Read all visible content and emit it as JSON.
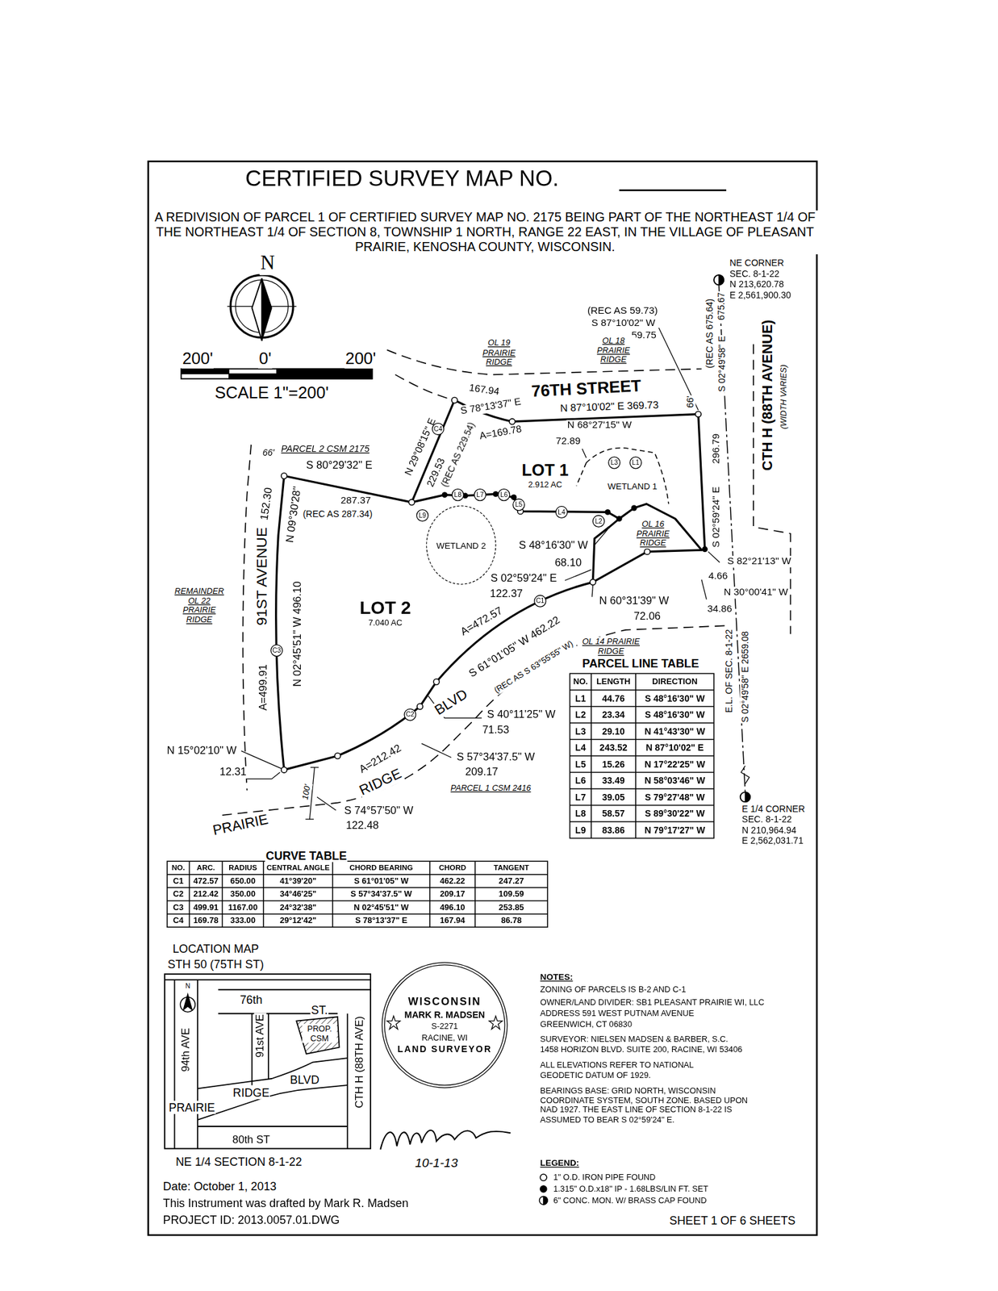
{
  "diagram": {
    "title": "CERTIFIED SURVEY MAP NO.",
    "nodes": [
      {
        "text": [
          "LOT 1",
          "2.912 AC"
        ]
      },
      {
        "text": [
          "WETLAND 1"
        ]
      },
      {
        "text": [
          "WETLAND 2"
        ]
      },
      {
        "text": [
          "LOT 2",
          "7.040 AC"
        ]
      },
      {
        "text": [
          "WISCONSIN",
          "MARK R. MADSEN",
          "S-2271",
          "RACINE, WI",
          "LAND SURVEYOR"
        ]
      }
    ],
    "labels": [
      "A REDIVISION OF PARCEL 1 OF CERTIFIED SURVEY MAP NO. 2175 BEING PART OF THE NORTHEAST 1/4 OF THE NORTHEAST 1/4 OF SECTION 8, TOWNSHIP 1 NORTH, RANGE 22 EAST, IN THE VILLAGE OF PLEASANT PRAIRIE, KENOSHA COUNTY, WISCONSIN.",
      "N",
      "200'",
      "0'",
      "200'",
      "SCALE 1\"=200'",
      "NE CORNER",
      "SEC. 8-1-22",
      "N 213,620.78",
      "E 2,561,900.30",
      "(REC AS 59.73)",
      "S 87°10'02\" W",
      "59.75",
      "(REC AS 675.64)",
      "675.67",
      "S 02°49'58\" E",
      "CTH H (88TH AVENUE)",
      "(WIDTH VARIES)",
      "OL 19 PRAIRIE RIDGE",
      "OL 18 PRAIRIE RIDGE",
      "167.94",
      "76TH STREET",
      "66'",
      "S 78°13'37\" E",
      "N 87°10'02\" E 369.73",
      "A=169.78",
      "N 68°27'15\" W",
      "72.89",
      "N 29°08'15\" E",
      "229.53",
      "(REC AS 229.54)",
      "PARCEL 2 CSM 2175",
      "66'",
      "S 80°29'32\" E",
      "287.37",
      "(REC AS 287.34)",
      "C4",
      "L8",
      "L7",
      "L6",
      "L5",
      "L4",
      "L3",
      "L1",
      "L2",
      "L9",
      "C3",
      "C2",
      "C1",
      "OL 16 PRAIRIE RIDGE",
      "S 82°21'13\" W",
      "4.66",
      "N 30°00'41\" W",
      "34.86",
      "296.79",
      "S 02°59'24\" E",
      "S 48°16'30\" W",
      "68.10",
      "S 02°59'24\" E",
      "122.37",
      "N 60°31'39\" W",
      "72.06",
      "A=472.57",
      "S 61°01'05\" W 462.22",
      "(REC AS S 63°55'55\" W)",
      "BLVD",
      "OL 14 PRAIRIE RIDGE",
      "S 40°11'25\" W",
      "71.53",
      "A=212.42",
      "RIDGE",
      "S 57°34'37.5\" W",
      "209.17",
      "PARCEL 1 CSM 2416",
      "S 74°57'50\" W",
      "122.48",
      "100'",
      "PRAIRIE",
      "N 15°02'10\" W",
      "12.31",
      "91ST AVENUE",
      "A=499.91",
      "N 02°45'51\" W 496.10",
      "N 09°30'28\"",
      "152.30",
      "REMAINDER OL 22 PRAIRIE RIDGE",
      "E.L. OF SEC. 8-1-22",
      "S 02°49'58\" E 2659.08",
      "E 1/4 CORNER",
      "SEC. 8-1-22",
      "N 210,964.94",
      "E 2,562,031.71",
      "PARCEL LINE TABLE",
      "NO.",
      "LENGTH",
      "DIRECTION",
      "L1",
      "44.76",
      "S 48°16'30\" W",
      "L2",
      "23.34",
      "S 48°16'30\" W",
      "L3",
      "29.10",
      "N 41°43'30\" W",
      "L4",
      "243.52",
      "N 87°10'02\" E",
      "L5",
      "15.26",
      "N 17°22'25\" W",
      "L6",
      "33.49",
      "N 58°03'46\" W",
      "L7",
      "39.05",
      "S 79°27'48\" W",
      "L8",
      "58.57",
      "S 89°30'22\" W",
      "L9",
      "83.86",
      "N 79°17'27\" W",
      "CURVE TABLE",
      "NO.",
      "ARC.",
      "RADIUS",
      "CENTRAL ANGLE",
      "CHORD BEARING",
      "CHORD",
      "TANGENT",
      "C1",
      "472.57",
      "650.00",
      "41°39'20\"",
      "S 61°01'05\" W",
      "462.22",
      "247.27",
      "C2",
      "212.42",
      "350.00",
      "34°46'25\"",
      "S 57°34'37.5\" W",
      "209.17",
      "109.59",
      "C3",
      "499.91",
      "1167.00",
      "24°32'38\"",
      "N 02°45'51\" W",
      "496.10",
      "253.85",
      "C4",
      "169.78",
      "333.00",
      "29°12'42\"",
      "S 78°13'37\" E",
      "167.94",
      "86.78",
      "LOCATION MAP",
      "STH 50 (75TH ST)",
      "N",
      "76th",
      "ST.",
      "94th AVE",
      "91st AVE",
      "PROP. CSM",
      "CTH H (88TH AVE)",
      "BLVD",
      "RIDGE",
      "PRAIRIE",
      "80th ST",
      "NE 1/4 SECTION 8-1-22",
      "Date: October 1, 2013",
      "This Instrument was drafted by Mark R. Madsen",
      "PROJECT ID: 2013.0057.01.DWG",
      "10-1-13",
      "NOTES:",
      "ZONING OF PARCELS IS B-2 AND C-1",
      "OWNER/LAND DIVIDER: SB1 PLEASANT PRAIRIE WI, LLC",
      "ADDRESS 591 WEST PUTNAM AVENUE",
      "GREENWICH, CT 06830",
      "SURVEYOR: NIELSEN MADSEN & BARBER, S.C.",
      "1458 HORIZON BLVD. SUITE 200, RACINE, WI 53406",
      "ALL ELEVATIONS REFER TO NATIONAL GEODETIC DATUM OF 1929.",
      "BEARINGS BASE: GRID NORTH, WISCONSIN COORDINATE SYSTEM, SOUTH ZONE. BASED UPON NAD 1927. THE EAST LINE OF SECTION 8-1-22 IS ASSUMED TO BEAR S 02°59'24\" E.",
      "LEGEND:",
      "SHEET 1 OF 6 SHEETS"
    ],
    "legend": [
      {
        "text": "1\" O.D. IRON PIPE FOUND"
      },
      {
        "text": "1.315\" O.D.x18\" IP - 1.68LBS/LIN FT. SET"
      },
      {
        "text": "6\" CONC. MON. W/ BRASS CAP FOUND"
      }
    ]
  }
}
